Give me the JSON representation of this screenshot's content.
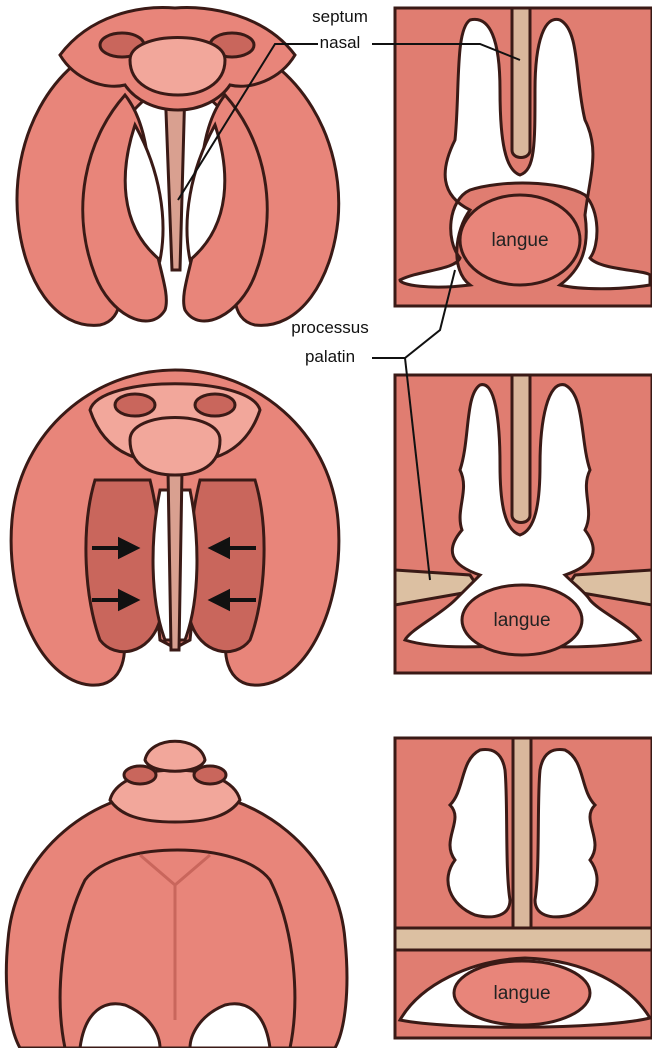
{
  "labels": {
    "septum_line1": "septum",
    "septum_line2": "nasal",
    "processus_line1": "processus",
    "processus_line2": "palatin",
    "tongue_top": "langue",
    "tongue_middle": "langue",
    "tongue_bottom": "langue"
  },
  "colors": {
    "tissue": "#e8857a",
    "tissue_light": "#f2a79b",
    "tissue_dark": "#c9665c",
    "outline": "#3a1a16",
    "panel_bg": "#e07d71",
    "cavity": "#ffffff",
    "septum": "#d9b79c",
    "palatal_shelf": "#dcc0a2"
  }
}
